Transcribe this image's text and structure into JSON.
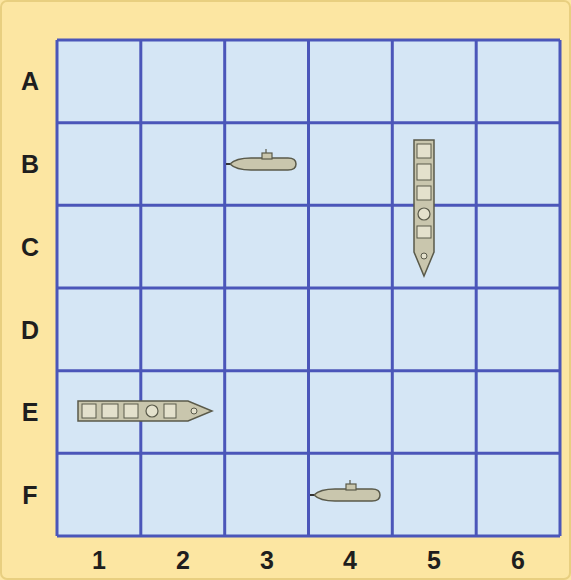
{
  "diagram": {
    "labels": [
      "A",
      "B",
      "C",
      "D",
      "E",
      "F",
      "1",
      "2",
      "3",
      "4",
      "5",
      "6"
    ]
  }
}
